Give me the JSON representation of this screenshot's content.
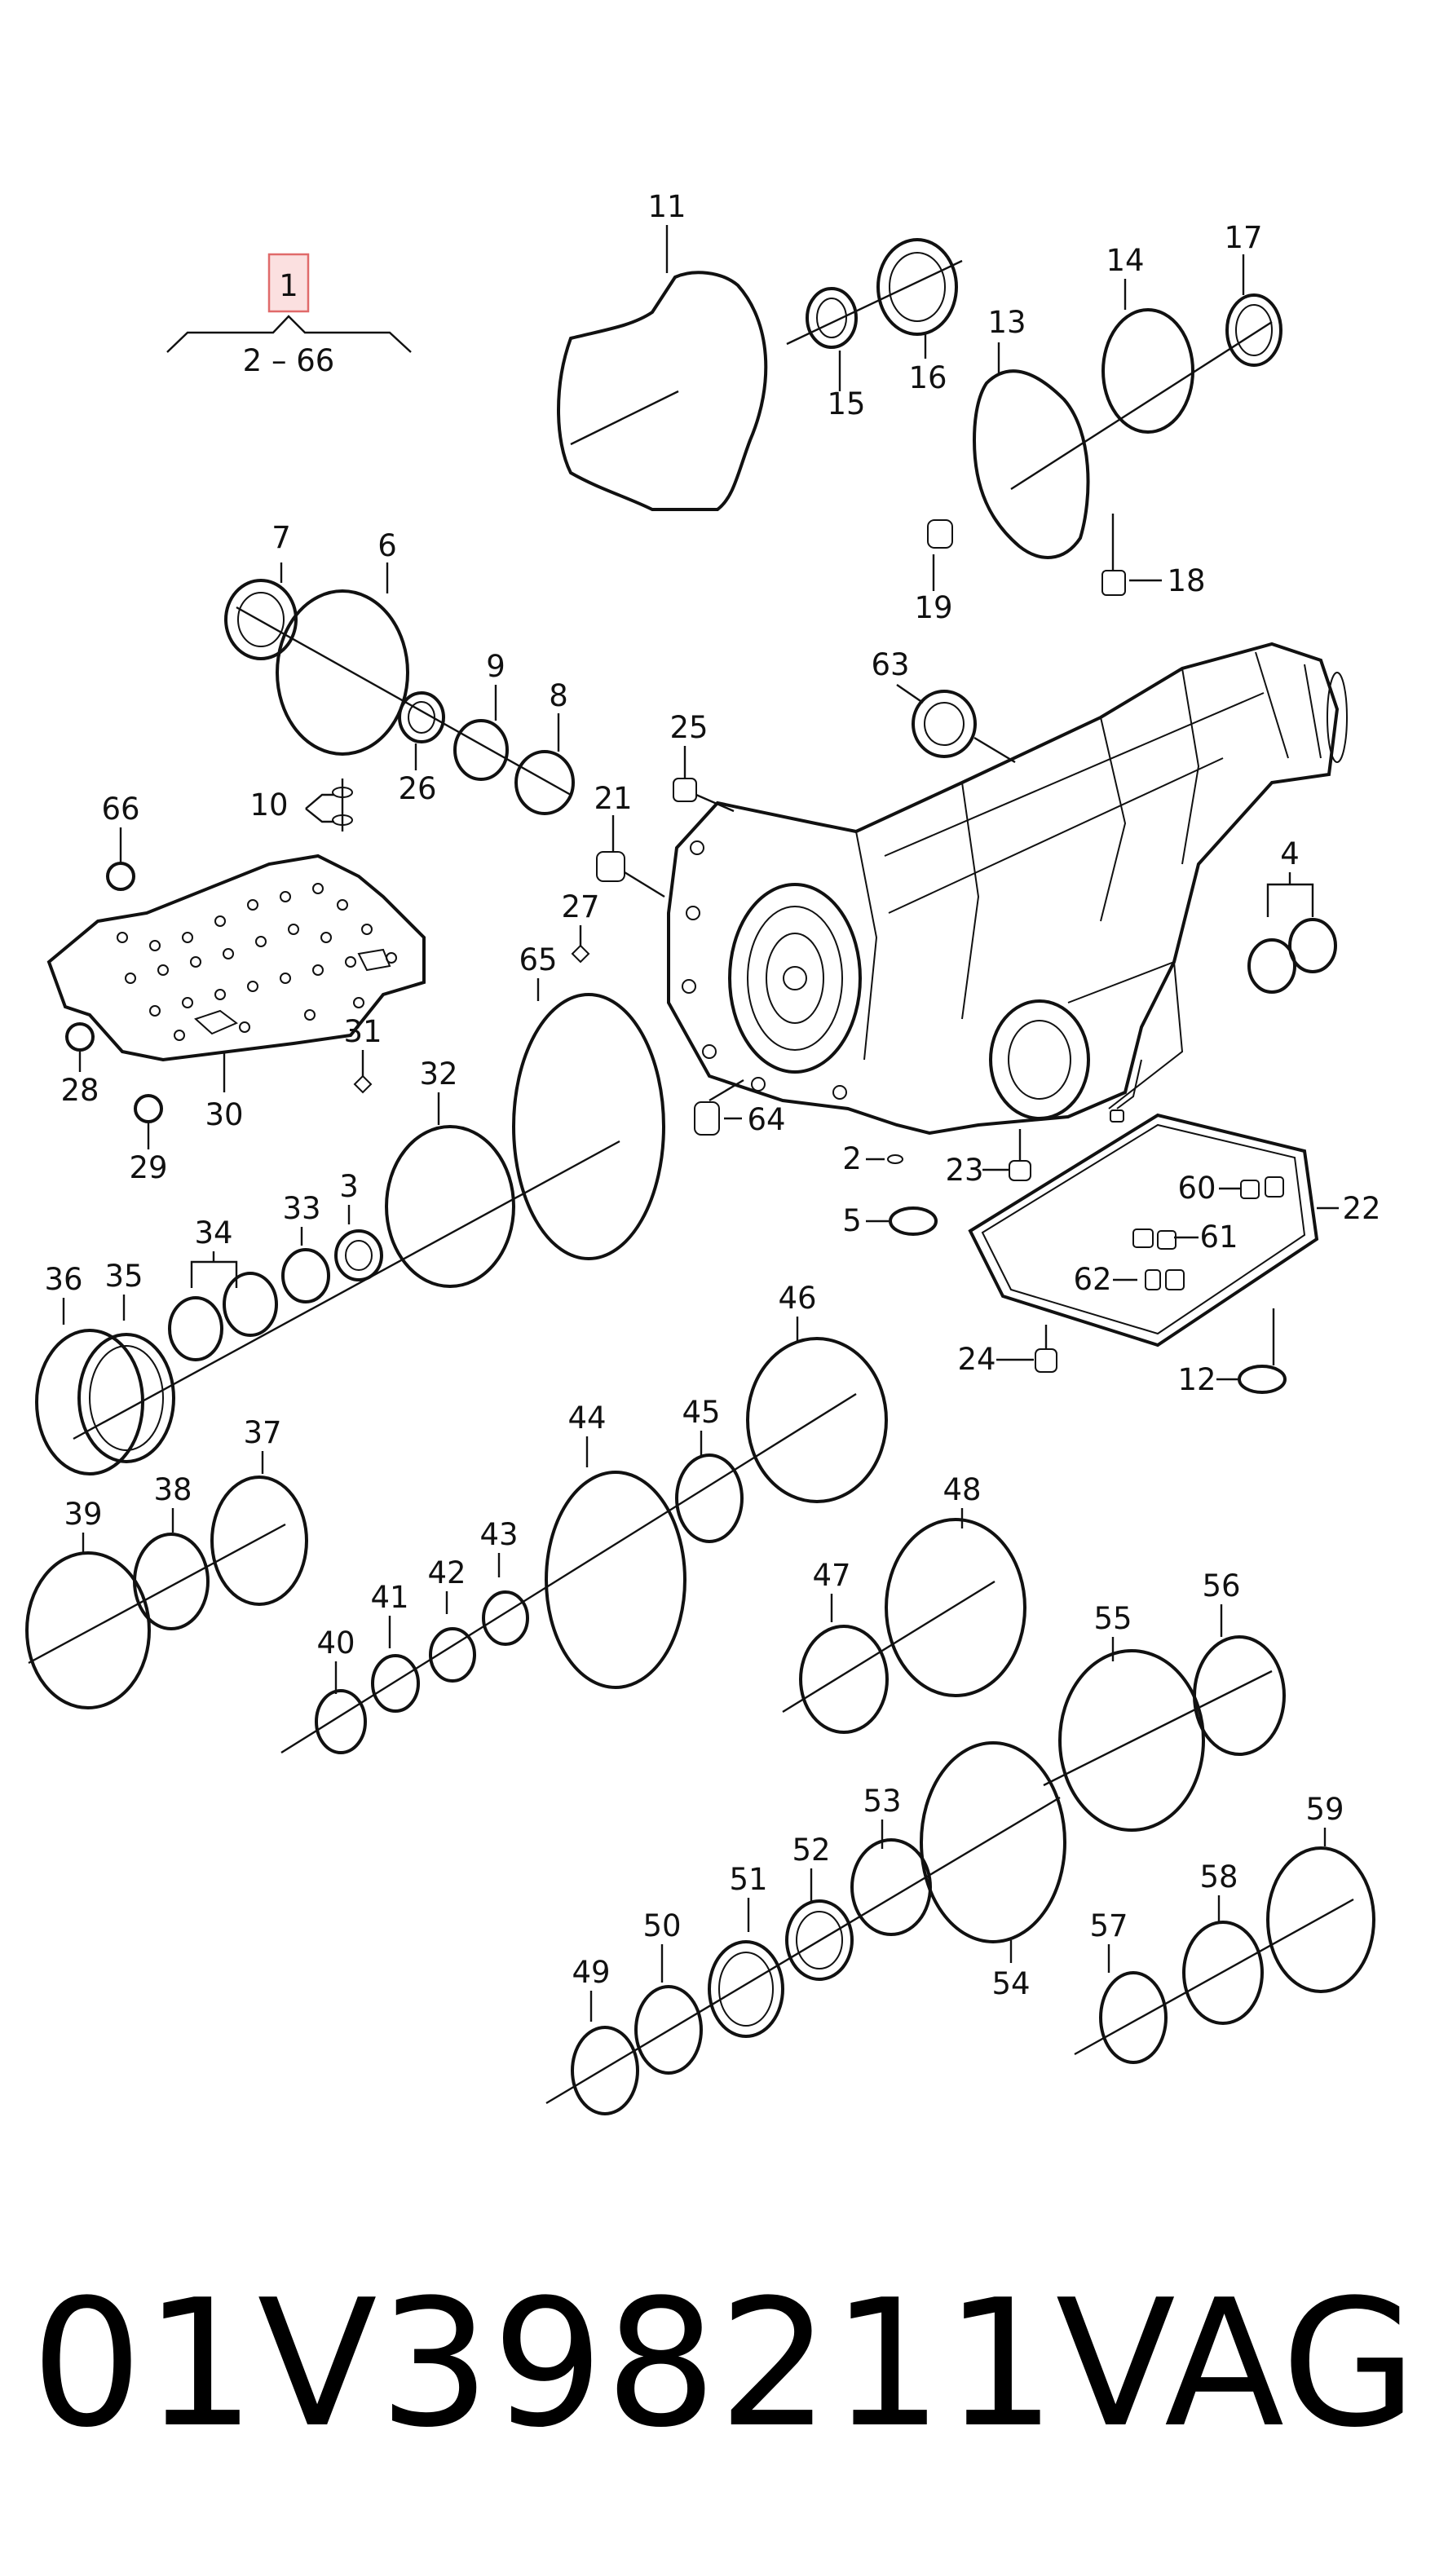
{
  "header_callout": {
    "main_number": "1",
    "range": "2 – 66",
    "highlight_color": "#e06a6a"
  },
  "callouts": [
    "2",
    "3",
    "4",
    "5",
    "6",
    "7",
    "8",
    "9",
    "10",
    "11",
    "12",
    "13",
    "14",
    "15",
    "16",
    "17",
    "18",
    "19",
    "21",
    "22",
    "23",
    "24",
    "25",
    "26",
    "27",
    "28",
    "29",
    "30",
    "31",
    "32",
    "33",
    "34",
    "35",
    "36",
    "37",
    "38",
    "39",
    "40",
    "41",
    "42",
    "43",
    "44",
    "45",
    "46",
    "47",
    "48",
    "49",
    "50",
    "51",
    "52",
    "53",
    "54",
    "55",
    "56",
    "57",
    "58",
    "59",
    "60",
    "61",
    "62",
    "63",
    "64",
    "65",
    "66"
  ],
  "footer": {
    "part_number": "01V398211",
    "brand": "VAG"
  }
}
